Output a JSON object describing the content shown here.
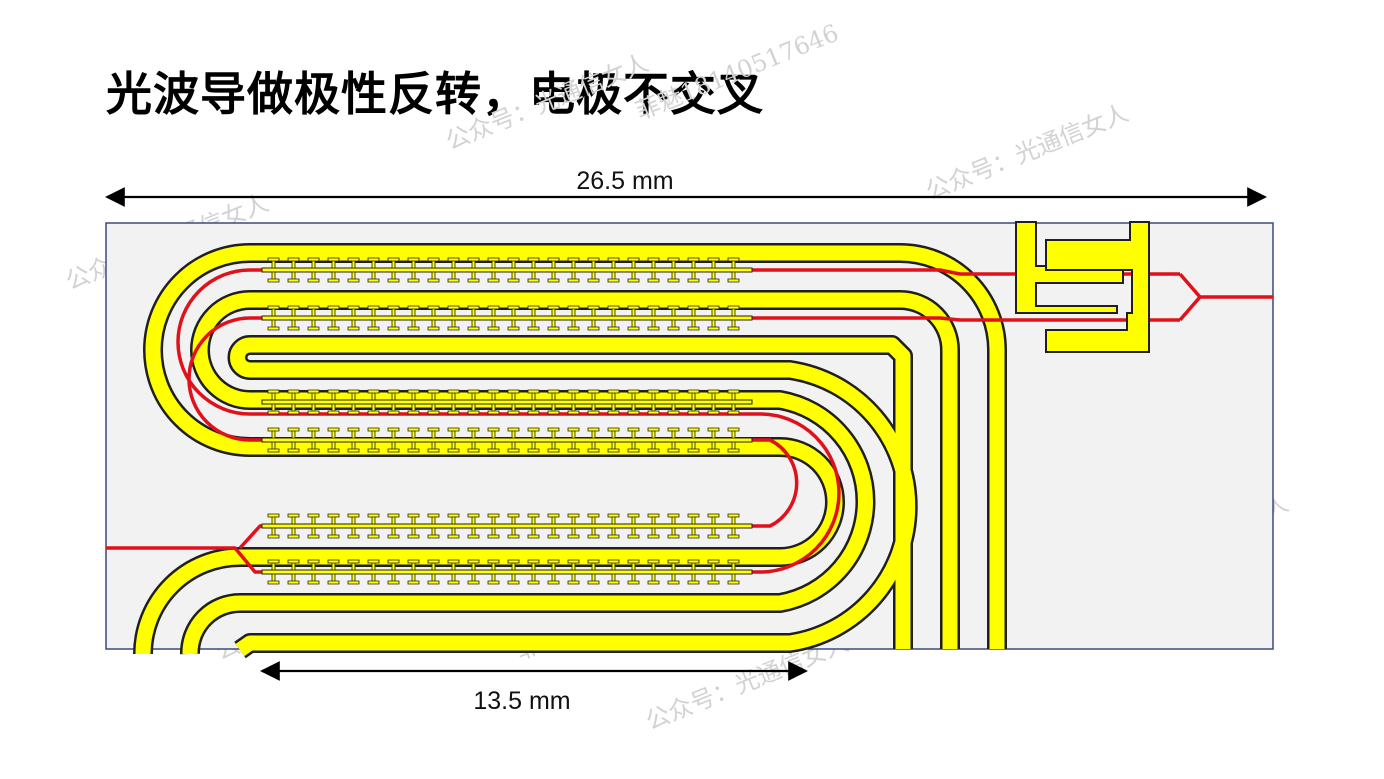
{
  "title": "光波导做极性反转，电极不交叉",
  "dimensions": {
    "total_length": "26.5 mm",
    "section_length": "13.5 mm"
  },
  "watermarks": [
    "公众号：光通信女人",
    "菲魅18140517646"
  ],
  "colors": {
    "electrode": "#ffff00",
    "electrode_outline": "#202020",
    "waveguide": "#e0111b",
    "substrate": "#f2f2f2",
    "substrate_border": "#3c4a7a",
    "dimension_line": "#000000"
  }
}
